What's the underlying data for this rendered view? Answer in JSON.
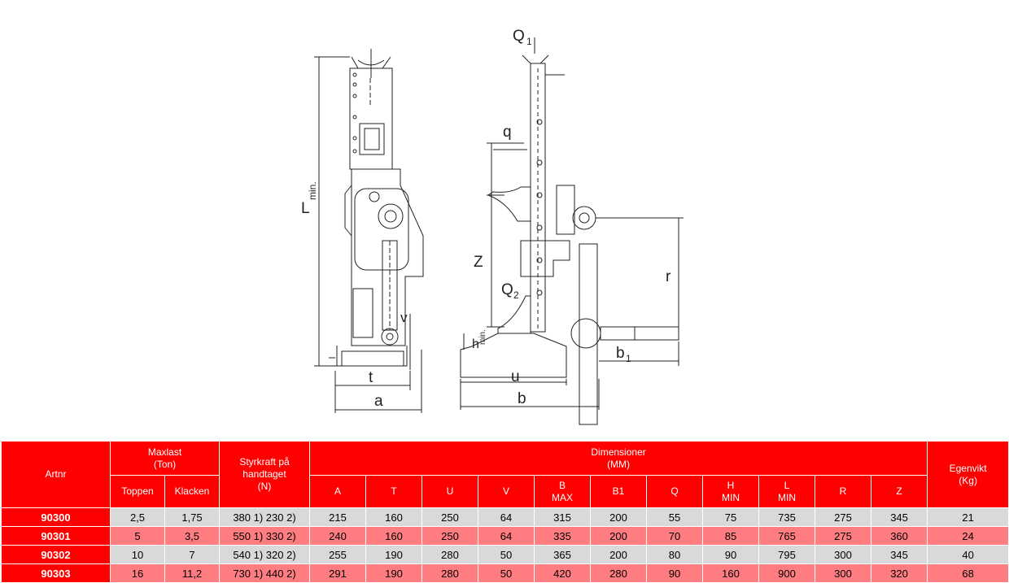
{
  "drawing": {
    "labels": {
      "L": "L",
      "min": "min.",
      "t": "t",
      "a": "a",
      "v": "v",
      "Q1": "Q",
      "Q1_sub": "1",
      "Q2": "Q",
      "Q2_sub": "2",
      "q": "q",
      "Z": "Z",
      "h": "h",
      "u": "u",
      "b": "b",
      "b1": "b",
      "b1_sub": "1",
      "r": "r"
    }
  },
  "table": {
    "headers": {
      "artnr": "Artnr",
      "maxlast_1": "Maxlast",
      "maxlast_2": "(Ton)",
      "toppen": "Toppen",
      "klacken": "Klacken",
      "styrkraft_1": "Styrkraft på",
      "styrkraft_2": "handtaget",
      "styrkraft_3": "(N)",
      "dimensioner_1": "Dimensioner",
      "dimensioner_2": "(MM)",
      "egenvikt_1": "Egenvikt",
      "egenvikt_2": "(Kg)",
      "dims": [
        {
          "l1": "A",
          "l2": ""
        },
        {
          "l1": "T",
          "l2": ""
        },
        {
          "l1": "U",
          "l2": ""
        },
        {
          "l1": "V",
          "l2": ""
        },
        {
          "l1": "B",
          "l2": "MAX"
        },
        {
          "l1": "B1",
          "l2": ""
        },
        {
          "l1": "Q",
          "l2": ""
        },
        {
          "l1": "H",
          "l2": "MIN"
        },
        {
          "l1": "L",
          "l2": "MIN"
        },
        {
          "l1": "R",
          "l2": ""
        },
        {
          "l1": "Z",
          "l2": ""
        }
      ]
    },
    "rows": [
      {
        "artnr": "90300",
        "toppen": "2,5",
        "klacken": "1,75",
        "styrkraft": "380 1) 230 2)",
        "a": "215",
        "t": "160",
        "u": "250",
        "v": "64",
        "b": "315",
        "b1": "200",
        "q": "55",
        "h": "75",
        "l": "735",
        "r": "275",
        "z": "345",
        "egenvikt": "21"
      },
      {
        "artnr": "90301",
        "toppen": "5",
        "klacken": "3,5",
        "styrkraft": "550 1) 330 2)",
        "a": "240",
        "t": "160",
        "u": "250",
        "v": "64",
        "b": "335",
        "b1": "200",
        "q": "70",
        "h": "85",
        "l": "765",
        "r": "275",
        "z": "360",
        "egenvikt": "24"
      },
      {
        "artnr": "90302",
        "toppen": "10",
        "klacken": "7",
        "styrkraft": "540 1) 320 2)",
        "a": "255",
        "t": "190",
        "u": "280",
        "v": "50",
        "b": "365",
        "b1": "200",
        "q": "80",
        "h": "90",
        "l": "795",
        "r": "300",
        "z": "345",
        "egenvikt": "40"
      },
      {
        "artnr": "90303",
        "toppen": "16",
        "klacken": "11,2",
        "styrkraft": "730 1) 440 2)",
        "a": "291",
        "t": "190",
        "u": "280",
        "v": "50",
        "b": "420",
        "b1": "280",
        "q": "90",
        "h": "160",
        "l": "900",
        "r": "300",
        "z": "320",
        "egenvikt": "68"
      }
    ]
  }
}
